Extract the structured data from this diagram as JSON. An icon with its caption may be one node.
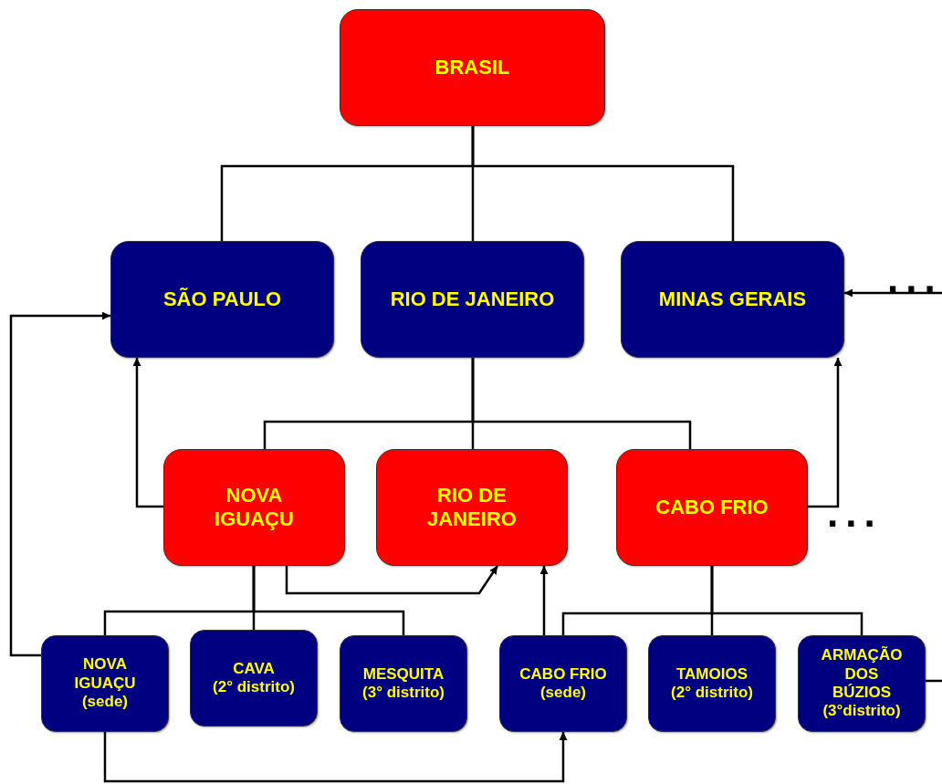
{
  "diagram": {
    "nodes": [
      {
        "text": [
          "BRASIL"
        ]
      },
      {
        "text": [
          "SÃO PAULO"
        ]
      },
      {
        "text": [
          "RIO DE JANEIRO"
        ]
      },
      {
        "text": [
          "MINAS GERAIS"
        ]
      },
      {
        "text": [
          "NOVA IGUAÇU"
        ]
      },
      {
        "text": [
          "RIO DE JANEIRO"
        ]
      },
      {
        "text": [
          "CABO FRIO"
        ]
      },
      {
        "text": [
          "NOVA IGUAÇU",
          "(sede)"
        ]
      },
      {
        "text": [
          "CAVA",
          "(2° distrito)"
        ]
      },
      {
        "text": [
          "MESQUITA",
          "(3° distrito)"
        ]
      },
      {
        "text": [
          "CABO FRIO",
          "(sede)"
        ]
      },
      {
        "text": [
          "TAMOIOS",
          "(2° distrito)"
        ]
      },
      {
        "text": [
          "ARMAÇÃO DOS BÚZIOS",
          "(3°distrito)"
        ]
      }
    ],
    "edges": [
      {
        "from": 0,
        "to": 1,
        "arrow": "none"
      },
      {
        "from": 0,
        "to": 2,
        "arrow": "none"
      },
      {
        "from": 0,
        "to": 3,
        "arrow": "none"
      },
      {
        "from": 2,
        "to": 4,
        "arrow": "none"
      },
      {
        "from": 2,
        "to": 5,
        "arrow": "none"
      },
      {
        "from": 2,
        "to": 6,
        "arrow": "none"
      },
      {
        "from": 4,
        "to": 7,
        "arrow": "none"
      },
      {
        "from": 4,
        "to": 8,
        "arrow": "none"
      },
      {
        "from": 4,
        "to": 9,
        "arrow": "none"
      },
      {
        "from": 6,
        "to": 10,
        "arrow": "none"
      },
      {
        "from": 6,
        "to": 11,
        "arrow": "none"
      },
      {
        "from": 6,
        "to": 12,
        "arrow": "none"
      },
      {
        "from": 4,
        "to": 1,
        "arrow": "to"
      },
      {
        "from": 6,
        "to": 3,
        "arrow": "to"
      },
      {
        "from": 4,
        "to": 5,
        "arrow": "to"
      },
      {
        "from": 10,
        "to": 5,
        "arrow": "to"
      },
      {
        "from": 7,
        "to": 1,
        "arrow": "to"
      },
      {
        "from": 7,
        "to": 10,
        "arrow": "to"
      },
      {
        "from": null,
        "to": 3,
        "arrow": "to"
      },
      {
        "from": 12,
        "to": null,
        "arrow": "none"
      }
    ],
    "labels": [
      "...",
      "..."
    ]
  }
}
